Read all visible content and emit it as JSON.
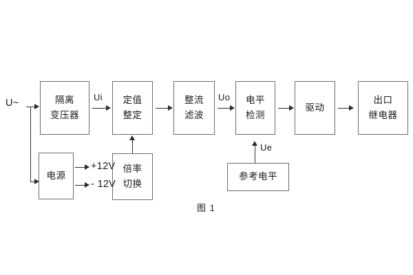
{
  "figure": {
    "caption": "图 1",
    "input_label": "U~",
    "signal_labels": {
      "ui": "Ui",
      "uo": "Uo",
      "ue": "Ue"
    },
    "power_rails": {
      "positive": "+12V",
      "negative": "- 12V"
    },
    "colors": {
      "background": "#ffffff",
      "block_border": "#6b6b6b",
      "connector": "#2b2b2b",
      "text": "#1a1a1a"
    }
  },
  "blocks": [
    {
      "id": "isolation-transformer",
      "lines": [
        "隔离",
        "变压器"
      ]
    },
    {
      "id": "setpoint-adjust",
      "lines": [
        "定值",
        "整定"
      ]
    },
    {
      "id": "rectify-filter",
      "lines": [
        "整流",
        "滤波"
      ]
    },
    {
      "id": "level-detect",
      "lines": [
        "电平",
        "检测"
      ]
    },
    {
      "id": "driver",
      "lines": [
        "驱动"
      ]
    },
    {
      "id": "output-relay",
      "lines": [
        "出口",
        "继电器"
      ]
    },
    {
      "id": "power-supply",
      "lines": [
        "电源"
      ]
    },
    {
      "id": "multiplier-switch",
      "lines": [
        "倍率",
        "切换"
      ]
    },
    {
      "id": "reference-level",
      "lines": [
        "参考电平"
      ]
    }
  ]
}
